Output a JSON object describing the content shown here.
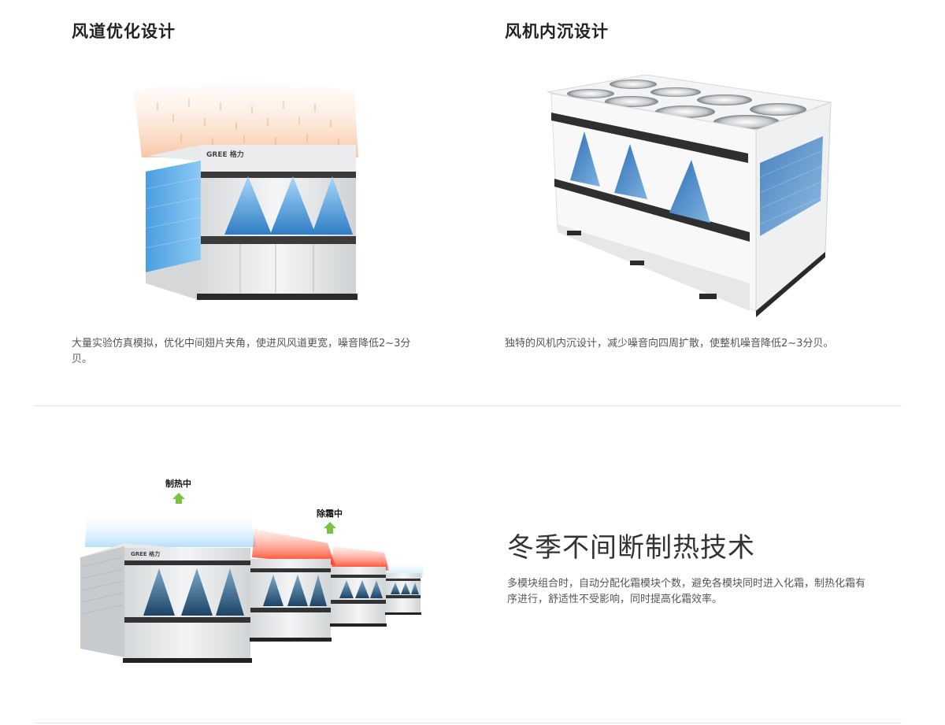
{
  "features": {
    "airduct": {
      "title": "风道优化设计",
      "description": "大量实验仿真模拟，优化中间翅片夹角，使进风风道更宽，噪音降低2~3分贝。",
      "logo_text": "GREE 格力"
    },
    "sunken_fan": {
      "title": "风机内沉设计",
      "description": "独特的风机内沉设计，减少噪音向四周扩散，使整机噪音降低2~3分贝。"
    }
  },
  "winter_heating": {
    "title": "冬季不间断制热技术",
    "description": "多模块组合时，自动分配化霜模块个数，避免各模块同时进入化霜，制热化霜有序进行，舒适性不受影响，同时提高化霜效率。",
    "label_heating": "制热中",
    "label_defrost": "除霜中",
    "logo_text": "GREE 格力",
    "colors": {
      "heating_flow": "#9fd3f5",
      "defrost_flow": "#ff3b10",
      "arrow": "#7cc242"
    }
  }
}
